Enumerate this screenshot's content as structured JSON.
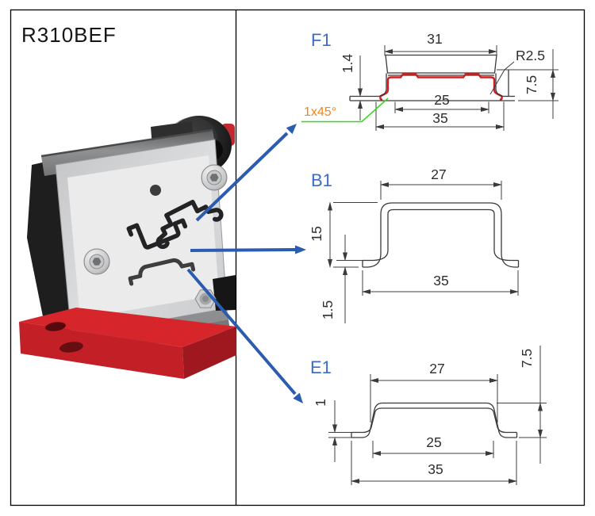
{
  "product": {
    "code": "R310BEF"
  },
  "colors": {
    "label_blue": "#3a6dc4",
    "arrow_blue": "#2b5cb0",
    "highlight_red": "#d11f1f",
    "chamfer_green": "#35d81f",
    "chamfer_orange": "#f5831f",
    "base_red": "#d7252c",
    "line_gray": "#3f3f3f"
  },
  "drawings": {
    "f1": {
      "label": "F1",
      "dim_top_width": "31",
      "dim_radius": "R2.5",
      "dim_lip_thickness": "1.4",
      "dim_depth": "7.5",
      "dim_inner_width": "25",
      "dim_outer_width": "35",
      "chamfer_note": "1x45°"
    },
    "b1": {
      "label": "B1",
      "dim_top_width": "27",
      "dim_height": "15",
      "dim_outer_width": "35",
      "dim_thickness": "1.5"
    },
    "e1": {
      "label": "E1",
      "dim_top_width": "27",
      "dim_depth": "7.5",
      "dim_thickness": "1",
      "dim_inner_width": "25",
      "dim_outer_width": "35"
    }
  }
}
